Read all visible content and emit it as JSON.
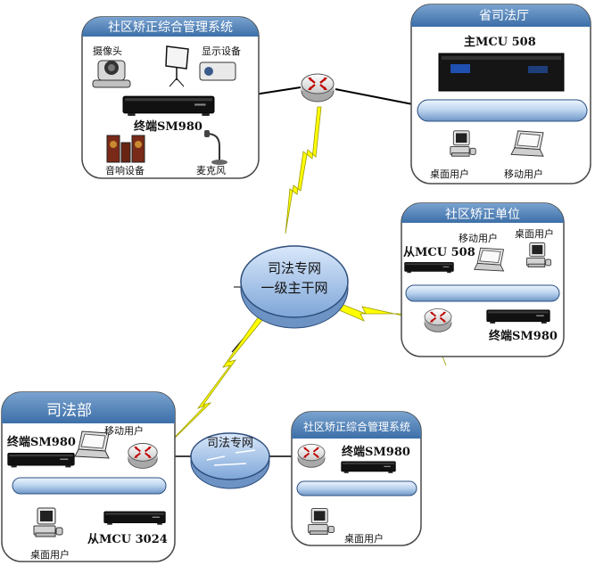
{
  "provincial_bureau": {
    "title": "省司法厅",
    "mcu": "主MCU 508",
    "desktop": "桌面用户",
    "mobile": "移动用户"
  },
  "community_top": {
    "title": "社区矫正综合管理系统",
    "camera": "摄像头",
    "display": "显示设备",
    "terminal": "终端SM980",
    "audio": "音响设备",
    "mic": "麦克风"
  },
  "community_unit": {
    "title": "社区矫正单位",
    "mcu": "从MCU 508",
    "mobile": "移动用户",
    "desktop": "桌面用户",
    "terminal": "终端SM980"
  },
  "backbone": {
    "line1": "司法专网",
    "line2": "一级主干网"
  },
  "ministry": {
    "title": "司法部",
    "terminal": "终端SM980",
    "mobile": "移动用户",
    "mcu": "从MCU 3024",
    "desktop": "桌面用户"
  },
  "private_net": {
    "label": "司法专网"
  },
  "community_bottom": {
    "title": "社区矫正综合管理系统",
    "terminal": "终端SM980",
    "desktop": "桌面用户"
  }
}
